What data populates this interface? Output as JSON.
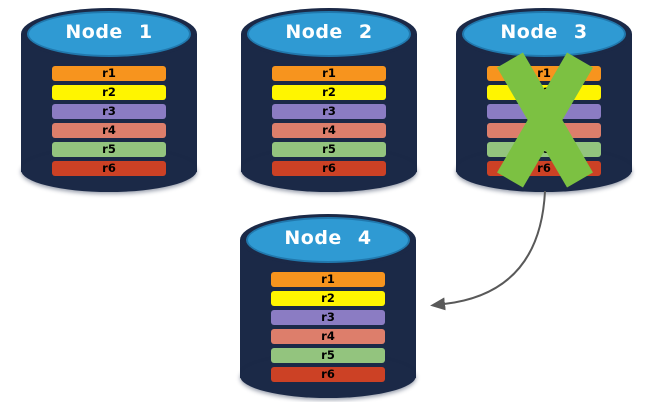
{
  "nodes": [
    {
      "title": "Node 1",
      "failed": false
    },
    {
      "title": "Node 2",
      "failed": false
    },
    {
      "title": "Node 3",
      "failed": true
    },
    {
      "title": "Node 4",
      "failed": false
    }
  ],
  "rows": [
    {
      "label": "r1",
      "color": "#F7941E"
    },
    {
      "label": "r2",
      "color": "#FFF500"
    },
    {
      "label": "r3",
      "color": "#8B7CC3"
    },
    {
      "label": "r4",
      "color": "#DD7E6B"
    },
    {
      "label": "r5",
      "color": "#93C47E"
    },
    {
      "label": "r6",
      "color": "#CC4125"
    }
  ],
  "colors": {
    "cylinder_body": "#1B2947",
    "cylinder_top": "#2F9AD3",
    "cylinder_top_border": "#2178AD",
    "failure_x": "#7CC142",
    "arrow": "#595959",
    "row_text": "#000000",
    "title_text": "#FFFFFF",
    "background": "#FFFFFF"
  }
}
